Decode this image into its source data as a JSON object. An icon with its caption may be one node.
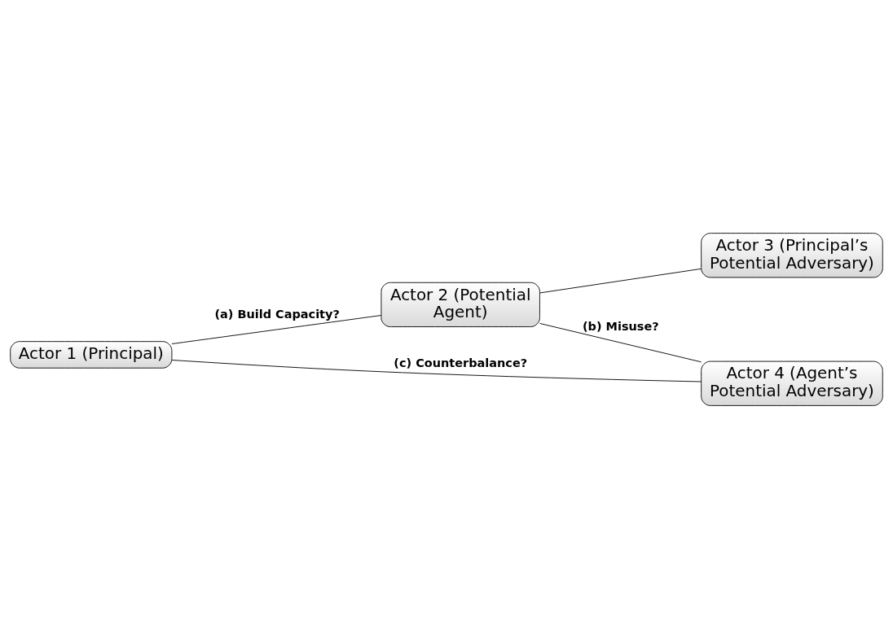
{
  "diagram": {
    "nodes": [
      {
        "text": [
          "Actor 3 (Principal’s Potential Adversary)"
        ]
      },
      {
        "text": [
          "Actor 1 (Principal)"
        ]
      },
      {
        "text": [
          "Actor 2 (Potential Agent)"
        ]
      },
      {
        "text": [
          "Actor 4 (Agent’s Potential Adversary)"
        ]
      }
    ],
    "edges": [
      {
        "from": 1,
        "to": 2,
        "arrow": "none",
        "label": "(a) Build Capacity?"
      },
      {
        "from": 2,
        "to": 0,
        "arrow": "none"
      },
      {
        "from": 2,
        "to": 3,
        "arrow": "none",
        "label": "(b) Misuse?"
      },
      {
        "from": 1,
        "to": 3,
        "arrow": "none",
        "label": "(c) Counterbalance?"
      }
    ]
  }
}
